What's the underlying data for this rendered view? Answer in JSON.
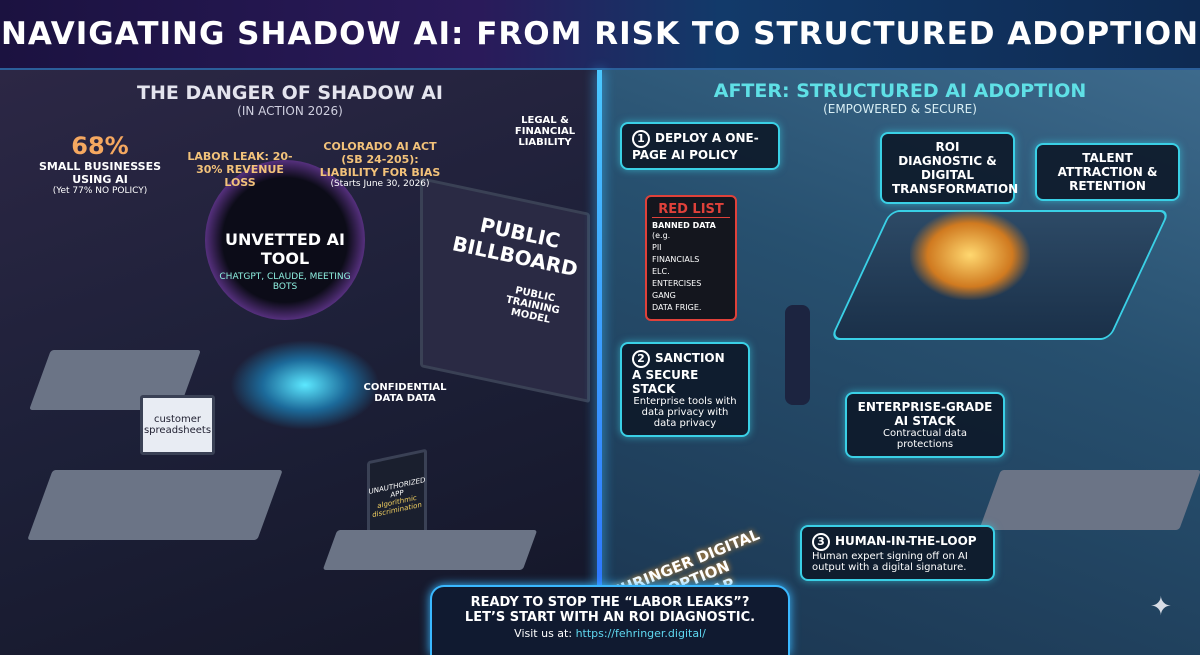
{
  "title": "NAVIGATING SHADOW AI: FROM RISK TO STRUCTURED ADOPTION",
  "left": {
    "heading": "THE DANGER OF SHADOW AI",
    "subheading": "(IN ACTION 2026)",
    "stat_value": "68%",
    "stat_label": "SMALL BUSINESSES USING AI",
    "stat_note": "(Yet 77% NO POLICY)",
    "labor_leak": "LABOR LEAK: 20-30% REVENUE LOSS",
    "colorado_title": "COLORADO AI ACT (SB 24-205): LIABILITY FOR BIAS",
    "colorado_note": "(Starts June 30, 2026)",
    "liability": "LEGAL & FINANCIAL LIABILITY",
    "cloud_title": "UNVETTED AI TOOL",
    "cloud_sub": "CHATGPT, CLAUDE, MEETING BOTS",
    "billboard_title": "PUBLIC BILLBOARD",
    "billboard_sub": "PUBLIC TRAINING MODEL",
    "confidential": "CONFIDENTIAL DATA DATA",
    "monitor_text": "customer spreadsheets",
    "unauth_app": "UNAUTHORIZED APP",
    "discrimination": "algorithmic discrimination"
  },
  "right": {
    "heading": "AFTER: STRUCTURED AI ADOPTION",
    "subheading": "(EMPOWERED & SECURE)",
    "step1_num": "1",
    "step1": "DEPLOY A ONE-PAGE AI POLICY",
    "red_list_title": "RED LIST",
    "red_list_sub": "BANNED DATA",
    "red_list_items": [
      "(e.g.",
      "PII",
      "FINANCIALS",
      "ELC.",
      "ENTERCISES",
      "GANG",
      "DATA FRIGE."
    ],
    "roi": "ROI DIAGNOSTIC & DIGITAL TRANSFORMATION",
    "talent": "TALENT ATTRACTION & RETENTION",
    "step2_num": "2",
    "step2": "SANCTION A SECURE STACK",
    "step2_desc": "Enterprise tools with data privacy with data privacy",
    "enterprise": "ENTERPRISE-GRADE AI STACK",
    "enterprise_desc": "Contractual data protections",
    "step3_num": "3",
    "step3": "HUMAN-IN-THE-LOOP",
    "step3_desc": "Human expert signing off on AI output with a digital signature.",
    "roadmap": "FEHRINGER DIGITAL ADOPTION ROADMAP"
  },
  "cta": {
    "line1": "READY TO STOP THE “LABOR LEAKS”?",
    "line2": "LET’S START WITH AN ROI DIAGNOSTIC.",
    "visit": "Visit us at:",
    "url": "https://fehringer.digital/"
  },
  "colors": {
    "gold": "#f2c27a",
    "cyan": "#5fe0e6",
    "red": "#e0413a",
    "accent": "#3ad0e6"
  }
}
